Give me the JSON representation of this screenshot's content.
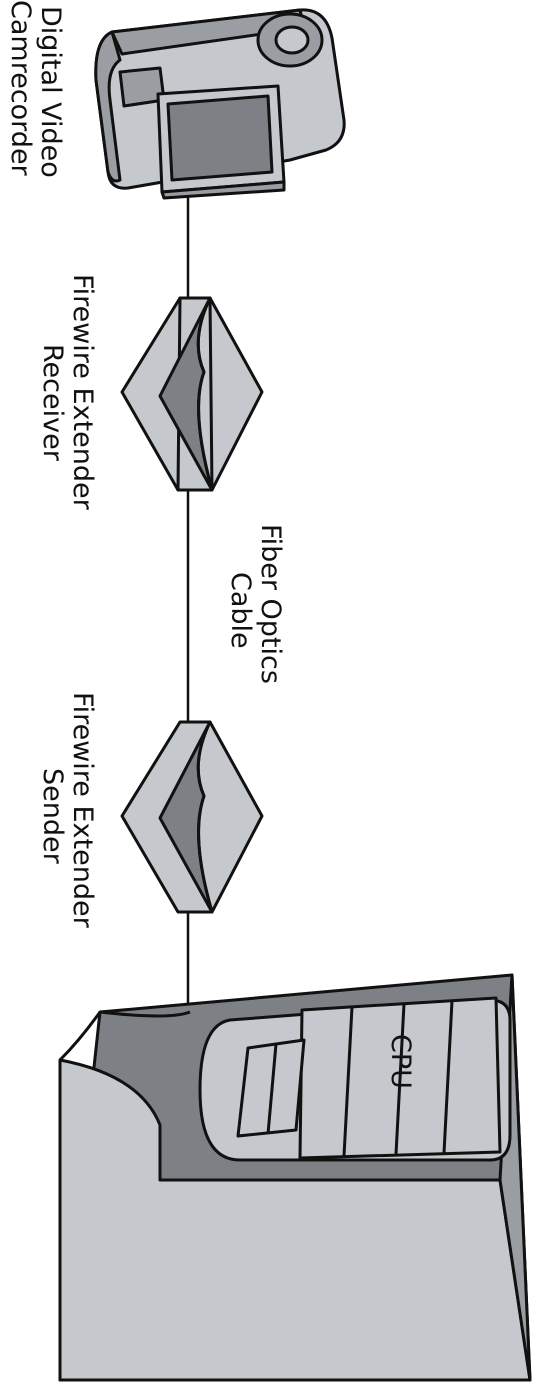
{
  "labels": {
    "camcorder_line1": "Digital Video",
    "camcorder_line2": "Camrecorder",
    "receiver_line1": "Firewire Extender",
    "receiver_line2": "Receiver",
    "cable_line1": "Fiber Optics",
    "cable_line2": "Cable",
    "sender_line1": "Firewire Extender",
    "sender_line2": "Sender",
    "cpu": "CPU"
  },
  "colors": {
    "light_gray": "#c5c8cc",
    "mid_gray": "#9a9ea3",
    "dark_gray": "#7d8186",
    "outline": "#111111"
  },
  "icons": [
    "camcorder-icon",
    "receiver-icon",
    "sender-icon",
    "cpu-icon"
  ]
}
